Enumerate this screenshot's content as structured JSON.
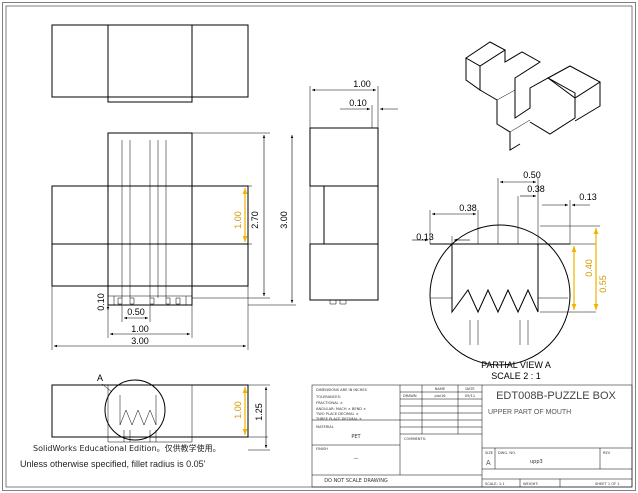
{
  "views": {
    "partial_view": {
      "caption": "PARTIAL VIEW A",
      "scale": "SCALE 2 : 1",
      "detail_letter": "A"
    }
  },
  "dimensions": {
    "top_width": "1.00",
    "top_lip": "0.10",
    "front_height_inner": "1.00",
    "front_height_mid": "2.70",
    "front_height_total": "3.00",
    "front_base": "0.10",
    "front_bottom_small": "0.50",
    "front_bottom_mid": "1.00",
    "front_bottom_total": "3.00",
    "detail_top": "0.50",
    "detail_mid": "0.38",
    "detail_right": "0.13",
    "detail_left_mid": "0.38",
    "detail_left": "0.13",
    "detail_h_small": "0.40",
    "detail_h_large": "0.55",
    "bottom_h_small": "1.00",
    "bottom_h_total": "1.25"
  },
  "title_block": {
    "dims_note": "DIMENSIONS ARE IN INCHES",
    "tolerances": "TOLERANCES:",
    "fractional": "FRACTIONAL ±",
    "angular": "ANGULAR: MACH ±    BEND ±",
    "two_place": "TWO PLACE DECIMAL  ±",
    "three_place": "THREE PLACE DECIMAL ±",
    "material_label": "MATERIAL",
    "material": "PET",
    "finish_label": "FINISH",
    "finish": "—",
    "no_scale": "DO NOT SCALE DRAWING",
    "name_hdr": "NAME",
    "date_hdr": "DATE",
    "drawn": "DRAWN",
    "drawn_name": "plai16",
    "drawn_date": "09/11",
    "comments": "COMMENTS:",
    "part_title": "EDT008B-PUZZLE BOX",
    "part_subtitle": "UPPER PART OF MOUTH",
    "size_label": "SIZE",
    "size": "A",
    "dwg_label": "DWG. NO.",
    "dwg_no": "upp3",
    "rev_label": "REV",
    "scale_label": "SCALE: 1:1",
    "weight_label": "WEIGHT:",
    "sheet_label": "SHEET 1 OF 1"
  },
  "notes": {
    "watermark": "SolidWorks Educational Edition。仅供教学使用。",
    "fillet": "Unless otherwise specified, fillet radius is 0.05'"
  },
  "colors": {
    "highlight": "#f0b400",
    "line": "#000000"
  }
}
